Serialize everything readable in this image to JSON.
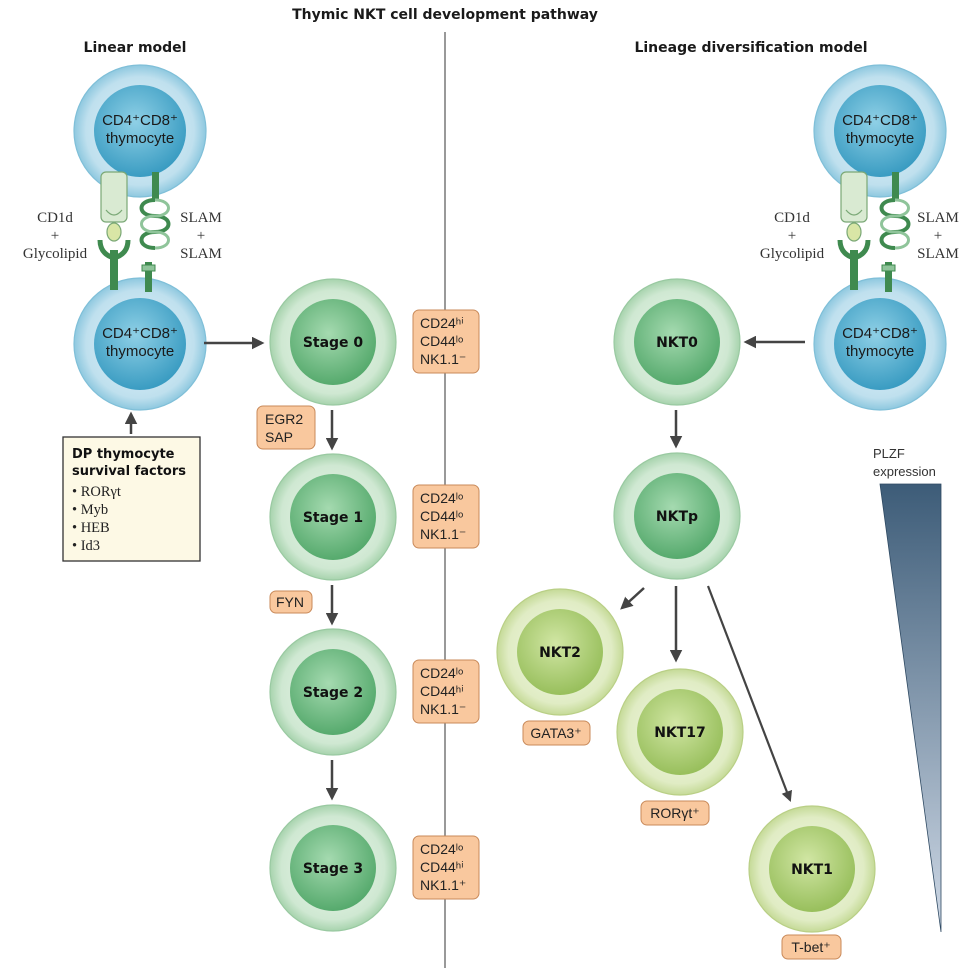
{
  "title": "Thymic NKT cell development pathway",
  "linear": {
    "heading": "Linear model",
    "thymocyte_line1": "CD4⁺CD8⁺",
    "thymocyte_line2": "thymocyte",
    "cd1d_label": [
      "CD1d",
      "+",
      "Glycolipid"
    ],
    "slam_label": [
      "SLAM",
      "+",
      "SLAM"
    ],
    "stages": [
      {
        "name": "Stage 0",
        "markers": [
          "CD24ʰⁱ",
          "CD44ˡᵒ",
          "NK1.1⁻"
        ]
      },
      {
        "name": "Stage 1",
        "markers": [
          "CD24ˡᵒ",
          "CD44ˡᵒ",
          "NK1.1⁻"
        ]
      },
      {
        "name": "Stage 2",
        "markers": [
          "CD24ˡᵒ",
          "CD44ʰⁱ",
          "NK1.1⁻"
        ]
      },
      {
        "name": "Stage 3",
        "markers": [
          "CD24ˡᵒ",
          "CD44ʰⁱ",
          "NK1.1⁺"
        ]
      }
    ],
    "factors": [
      [
        "EGR2",
        "SAP"
      ],
      [
        "FYN"
      ]
    ],
    "survival": {
      "title_line1": "DP thymocyte",
      "title_line2": "survival factors",
      "items": [
        "• RORγt",
        "• Myb",
        "• HEB",
        "• Id3"
      ]
    }
  },
  "diversification": {
    "heading": "Lineage diversification model",
    "thymocyte_line1": "CD4⁺CD8⁺",
    "thymocyte_line2": "thymocyte",
    "cd1d_label": [
      "CD1d",
      "+",
      "Glycolipid"
    ],
    "slam_label": [
      "SLAM",
      "+",
      "SLAM"
    ],
    "cells": [
      "NKT0",
      "NKTp",
      "NKT2",
      "NKT17",
      "NKT1"
    ],
    "tf_labels": [
      "GATA3⁺",
      "RORγt⁺",
      "T-bet⁺"
    ],
    "plzf_line1": "PLZF",
    "plzf_line2": "expression"
  },
  "colors": {
    "thymocyte": "#5fb4d3",
    "nkt_green": "#86c595",
    "nkt_lightgreen": "#b7d48b",
    "marker_box": "#f9c89e",
    "survival_box": "#fdf9e5",
    "plzf": "#3d5c78"
  }
}
